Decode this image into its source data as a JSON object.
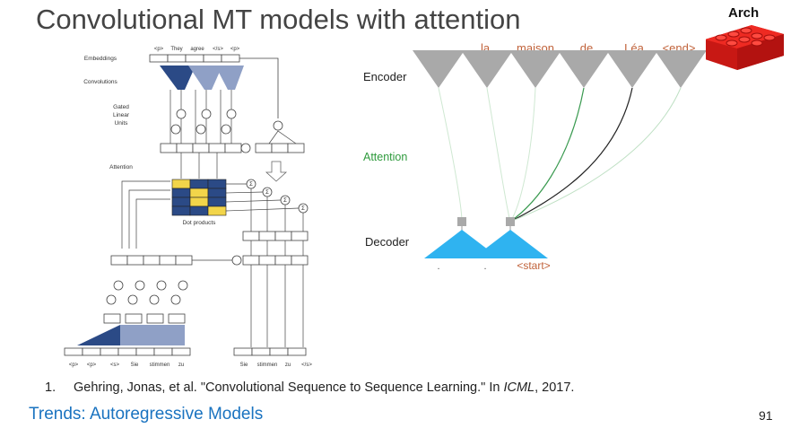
{
  "slide": {
    "title": "Convolutional MT models with attention",
    "tag": "Arch",
    "citation_number": "1.",
    "citation_before_venue": "Gehring, Jonas, et al. \"Convolutional Sequence to Sequence Learning.\" In ",
    "citation_venue": "ICML",
    "citation_after_venue": ", 2017.",
    "footer": "Trends: Autoregressive Models",
    "page_number": "91"
  },
  "left_figure": {
    "row_labels": [
      "Embeddings",
      "Convolutions",
      "Gated",
      "Linear",
      "Units",
      "Attention"
    ],
    "dot_products_label": "Dot products",
    "top_tokens": [
      "<p>",
      "They",
      "agree",
      "</s>",
      "<p>"
    ],
    "bottom_input_tokens": [
      "<p>",
      "<p>",
      "<s>",
      "Sie",
      "stimmen",
      "zu"
    ],
    "output_tokens": [
      "Sie",
      "stimmen",
      "zu",
      "</s>"
    ],
    "sigma_symbol": "Σ"
  },
  "right_figure": {
    "target_tokens": [
      ".",
      "la",
      "maison",
      "de",
      "Léa",
      "<end>"
    ],
    "encoder_label": "Encoder",
    "attention_label": "Attention",
    "decoder_label": "Decoder",
    "decoder_tokens": [
      ".",
      ".",
      "<start>"
    ],
    "colors": {
      "target_text": "#c0623a",
      "attention_text": "#2e9a3c",
      "encoder_triangle": "#a9a9a9",
      "decoder_triangle": "#2fb3f0",
      "attention_line_dark": "#222222",
      "attention_line_green": "#3a9a50",
      "attention_line_light": "#bfe0c4"
    }
  },
  "colors": {
    "title": "#444444",
    "footer": "#1a73c0",
    "lego_red": "#e8221b",
    "conv_dark": "#2b4a86",
    "conv_light": "#8fa0c6",
    "yellow_cell": "#f2d54a"
  }
}
